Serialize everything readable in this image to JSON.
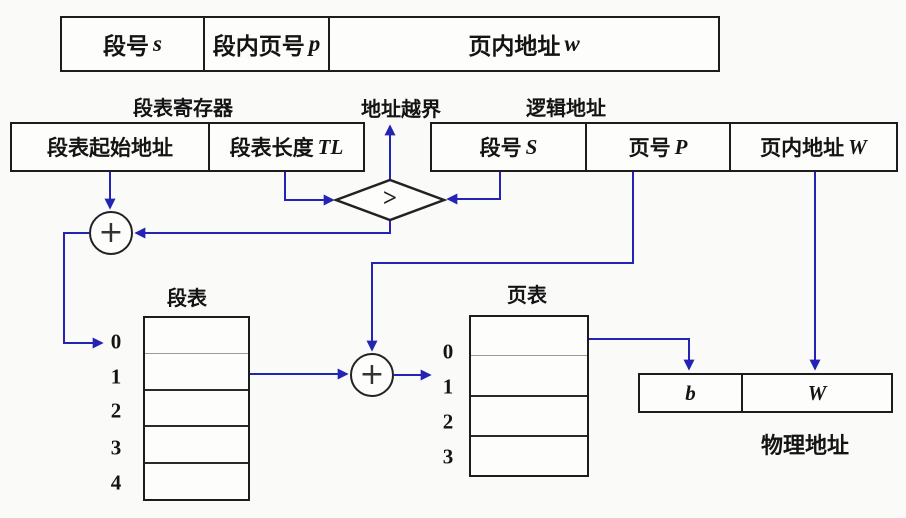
{
  "colors": {
    "wire_blue": "#2424b4",
    "border_dark": "#1c1c1c",
    "row_divider_gray": "#9a9a9a",
    "background": "#fafaf8"
  },
  "address_structure": {
    "cells": [
      {
        "text": "段号",
        "var": "s"
      },
      {
        "text": "段内页号",
        "var": "p"
      },
      {
        "text": "页内地址",
        "var": "w"
      }
    ]
  },
  "segment_register": {
    "title": "段表寄存器",
    "cells": [
      {
        "text": "段表起始地址",
        "var": ""
      },
      {
        "text": "段表长度",
        "var": "TL"
      }
    ]
  },
  "overflow": {
    "label": "地址越界"
  },
  "logical_address": {
    "title": "逻辑地址",
    "cells": [
      {
        "text": "段号",
        "var": "S"
      },
      {
        "text": "页号",
        "var": "P"
      },
      {
        "text": "页内地址",
        "var": "W"
      }
    ]
  },
  "comparator": {
    "symbol": ">"
  },
  "adder": {
    "symbol": "+"
  },
  "segment_table": {
    "title": "段表",
    "row_labels": [
      "0",
      "1",
      "2",
      "3",
      "4"
    ]
  },
  "page_table": {
    "title": "页表",
    "row_labels": [
      "0",
      "1",
      "2",
      "3"
    ]
  },
  "physical_address": {
    "title": "物理地址",
    "cells": [
      {
        "var": "b"
      },
      {
        "var": "W"
      }
    ]
  }
}
